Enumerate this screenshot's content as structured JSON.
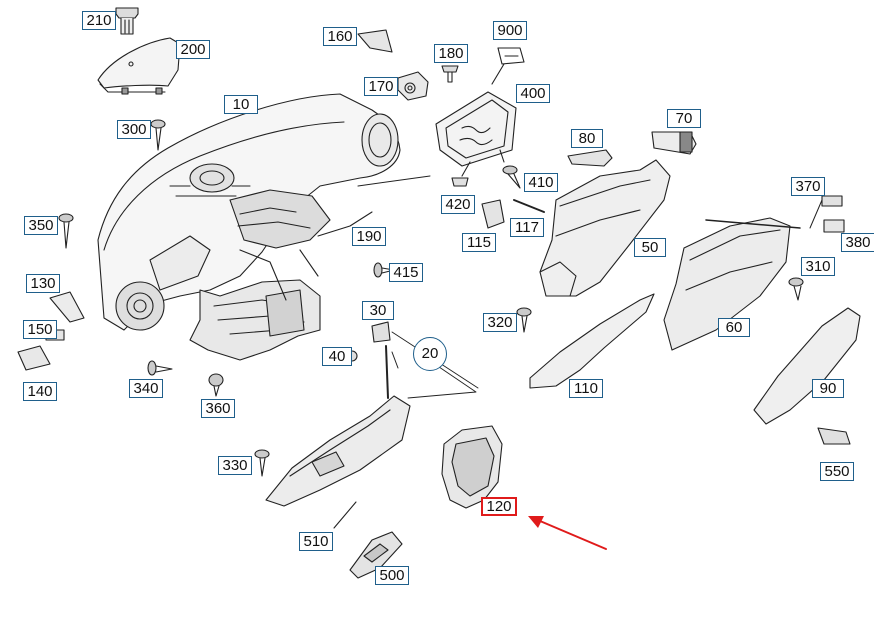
{
  "diagram": {
    "highlight_color": "#e01b1b",
    "label_border_color": "#1f5f8b",
    "highlighted_part": "120",
    "labels": [
      {
        "id": "l210",
        "text": "210"
      },
      {
        "id": "l200",
        "text": "200"
      },
      {
        "id": "l160",
        "text": "160"
      },
      {
        "id": "l900",
        "text": "900"
      },
      {
        "id": "l180",
        "text": "180"
      },
      {
        "id": "l170",
        "text": "170"
      },
      {
        "id": "l400",
        "text": "400"
      },
      {
        "id": "l10",
        "text": "10"
      },
      {
        "id": "l300",
        "text": "300"
      },
      {
        "id": "l80",
        "text": "80"
      },
      {
        "id": "l70",
        "text": "70"
      },
      {
        "id": "l410",
        "text": "410"
      },
      {
        "id": "l420",
        "text": "420"
      },
      {
        "id": "l370",
        "text": "370"
      },
      {
        "id": "l350",
        "text": "350"
      },
      {
        "id": "l190",
        "text": "190"
      },
      {
        "id": "l115",
        "text": "115"
      },
      {
        "id": "l117",
        "text": "117"
      },
      {
        "id": "l50",
        "text": "50"
      },
      {
        "id": "l380",
        "text": "380"
      },
      {
        "id": "l415",
        "text": "415"
      },
      {
        "id": "l310",
        "text": "310"
      },
      {
        "id": "l130",
        "text": "130"
      },
      {
        "id": "l30",
        "text": "30"
      },
      {
        "id": "l320",
        "text": "320"
      },
      {
        "id": "l150",
        "text": "150"
      },
      {
        "id": "l60",
        "text": "60"
      },
      {
        "id": "l40",
        "text": "40"
      },
      {
        "id": "l20",
        "text": "20"
      },
      {
        "id": "l140",
        "text": "140"
      },
      {
        "id": "l340",
        "text": "340"
      },
      {
        "id": "l110",
        "text": "110"
      },
      {
        "id": "l90",
        "text": "90"
      },
      {
        "id": "l360",
        "text": "360"
      },
      {
        "id": "l330",
        "text": "330"
      },
      {
        "id": "l550",
        "text": "550"
      },
      {
        "id": "l120",
        "text": "120"
      },
      {
        "id": "l510",
        "text": "510"
      },
      {
        "id": "l500",
        "text": "500"
      }
    ]
  }
}
